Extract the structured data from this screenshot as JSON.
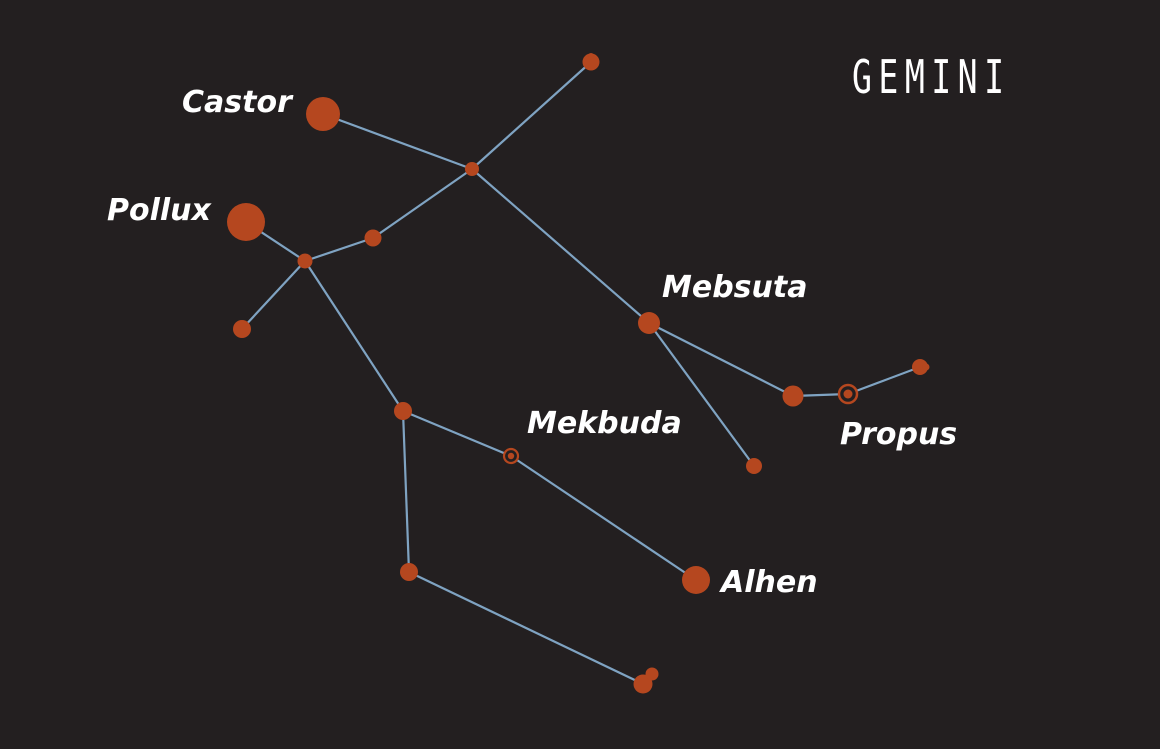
{
  "title": "GEMINI",
  "colors": {
    "background": "#231f20",
    "star": "#b5471f",
    "line": "#7fa3c2",
    "text": "#ffffff"
  },
  "labels": {
    "castor": "Castor",
    "pollux": "Pollux",
    "mebsuta": "Mebsuta",
    "mekbuda": "Mekbuda",
    "propus": "Propus",
    "alhen": "Alhen"
  }
}
